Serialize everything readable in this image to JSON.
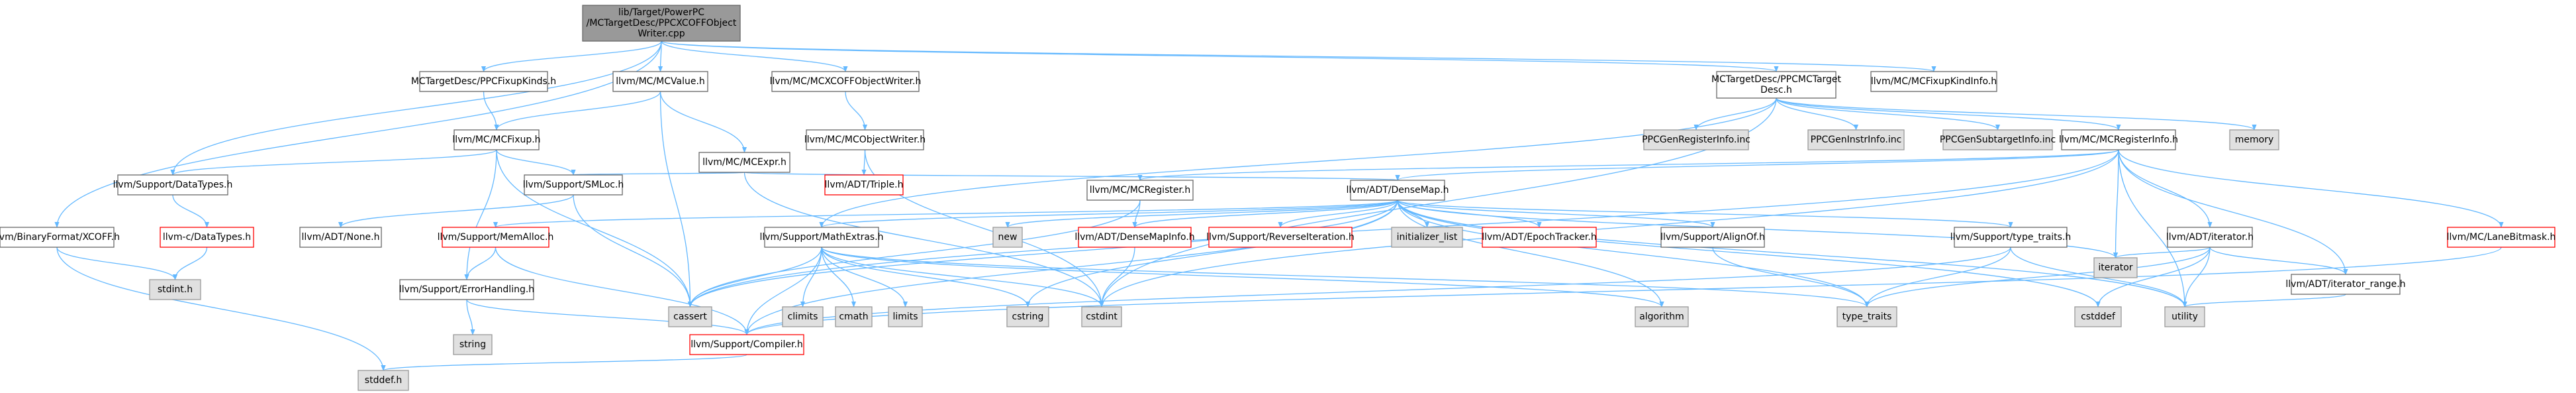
{
  "colors": {
    "edge": "#63b8ff",
    "root_fill": "#999999",
    "root_border": "#666666",
    "normal_fill": "#ffffff",
    "normal_border": "#666666",
    "system_fill": "#e0e0e0",
    "system_border": "#999999",
    "truncated_border": "#ff0000"
  },
  "nodes": [
    {
      "id": "root",
      "kind": "root",
      "lines": [
        "lib/Target/PowerPC",
        "/MCTargetDesc/PPCXCOFFObject",
        "Writer.cpp"
      ]
    },
    {
      "id": "fixupkinds",
      "kind": "normal",
      "lines": [
        "MCTargetDesc/PPCFixupKinds.h"
      ]
    },
    {
      "id": "mcvalue",
      "kind": "normal",
      "lines": [
        "llvm/MC/MCValue.h"
      ]
    },
    {
      "id": "xcoffwriter",
      "kind": "normal",
      "lines": [
        "llvm/MC/MCXCOFFObjectWriter.h"
      ]
    },
    {
      "id": "ppcmctarget",
      "kind": "normal",
      "lines": [
        "MCTargetDesc/PPCMCTarget",
        "Desc.h"
      ]
    },
    {
      "id": "fixupkindinfo",
      "kind": "normal",
      "lines": [
        "llvm/MC/MCFixupKindInfo.h"
      ]
    },
    {
      "id": "mcfixup",
      "kind": "normal",
      "lines": [
        "llvm/MC/MCFixup.h"
      ]
    },
    {
      "id": "mcexpr",
      "kind": "normal",
      "lines": [
        "llvm/MC/MCExpr.h"
      ]
    },
    {
      "id": "objectwriter",
      "kind": "normal",
      "lines": [
        "llvm/MC/MCObjectWriter.h"
      ]
    },
    {
      "id": "ppcgenreg",
      "kind": "system",
      "lines": [
        "PPCGenRegisterInfo.inc"
      ]
    },
    {
      "id": "ppcgeninstr",
      "kind": "system",
      "lines": [
        "PPCGenInstrInfo.inc"
      ]
    },
    {
      "id": "ppcgensubtarget",
      "kind": "system",
      "lines": [
        "PPCGenSubtargetInfo.inc"
      ]
    },
    {
      "id": "mcreginfo",
      "kind": "normal",
      "lines": [
        "llvm/MC/MCRegisterInfo.h"
      ]
    },
    {
      "id": "memory",
      "kind": "system",
      "lines": [
        "memory"
      ]
    },
    {
      "id": "datatypes",
      "kind": "normal",
      "lines": [
        "llvm/Support/DataTypes.h"
      ]
    },
    {
      "id": "smloc",
      "kind": "normal",
      "lines": [
        "llvm/Support/SMLoc.h"
      ]
    },
    {
      "id": "triple",
      "kind": "truncated",
      "lines": [
        "llvm/ADT/Triple.h"
      ]
    },
    {
      "id": "mcregister",
      "kind": "normal",
      "lines": [
        "llvm/MC/MCRegister.h"
      ]
    },
    {
      "id": "densemap",
      "kind": "normal",
      "lines": [
        "llvm/ADT/DenseMap.h"
      ]
    },
    {
      "id": "iteratorh",
      "kind": "normal",
      "lines": [
        "llvm/ADT/iterator.h"
      ]
    },
    {
      "id": "lanebitmask",
      "kind": "truncated",
      "lines": [
        "llvm/MC/LaneBitmask.h"
      ]
    },
    {
      "id": "xcoff",
      "kind": "normal",
      "lines": [
        "llvm/BinaryFormat/XCOFF.h"
      ]
    },
    {
      "id": "cdatatypes",
      "kind": "truncated",
      "lines": [
        "llvm-c/DataTypes.h"
      ]
    },
    {
      "id": "adtnone",
      "kind": "normal",
      "lines": [
        "llvm/ADT/None.h"
      ]
    },
    {
      "id": "memalloc",
      "kind": "truncated",
      "lines": [
        "llvm/Support/MemAlloc.h"
      ]
    },
    {
      "id": "mathextras",
      "kind": "normal",
      "lines": [
        "llvm/Support/MathExtras.h"
      ]
    },
    {
      "id": "new",
      "kind": "system",
      "lines": [
        "new"
      ]
    },
    {
      "id": "densemapinfo",
      "kind": "truncated",
      "lines": [
        "llvm/ADT/DenseMapInfo.h"
      ]
    },
    {
      "id": "reverseiter",
      "kind": "truncated",
      "lines": [
        "llvm/Support/ReverseIteration.h"
      ]
    },
    {
      "id": "initlist",
      "kind": "system",
      "lines": [
        "initializer_list"
      ]
    },
    {
      "id": "epochtracker",
      "kind": "truncated",
      "lines": [
        "llvm/ADT/EpochTracker.h"
      ]
    },
    {
      "id": "alignof",
      "kind": "normal",
      "lines": [
        "llvm/Support/AlignOf.h"
      ]
    },
    {
      "id": "typetraitsh",
      "kind": "normal",
      "lines": [
        "llvm/Support/type_traits.h"
      ]
    },
    {
      "id": "iteratorsys",
      "kind": "system",
      "lines": [
        "iterator"
      ]
    },
    {
      "id": "iterrange",
      "kind": "normal",
      "lines": [
        "llvm/ADT/iterator_range.h"
      ]
    },
    {
      "id": "stdinth",
      "kind": "system",
      "lines": [
        "stdint.h"
      ]
    },
    {
      "id": "errorhandling",
      "kind": "normal",
      "lines": [
        "llvm/Support/ErrorHandling.h"
      ]
    },
    {
      "id": "cassert",
      "kind": "system",
      "lines": [
        "cassert"
      ]
    },
    {
      "id": "climits",
      "kind": "system",
      "lines": [
        "climits"
      ]
    },
    {
      "id": "cmath",
      "kind": "system",
      "lines": [
        "cmath"
      ]
    },
    {
      "id": "limits",
      "kind": "system",
      "lines": [
        "limits"
      ]
    },
    {
      "id": "cstring",
      "kind": "system",
      "lines": [
        "cstring"
      ]
    },
    {
      "id": "cstdint",
      "kind": "system",
      "lines": [
        "cstdint"
      ]
    },
    {
      "id": "algorithm",
      "kind": "system",
      "lines": [
        "algorithm"
      ]
    },
    {
      "id": "typetraits",
      "kind": "system",
      "lines": [
        "type_traits"
      ]
    },
    {
      "id": "cstddef",
      "kind": "system",
      "lines": [
        "cstddef"
      ]
    },
    {
      "id": "utility",
      "kind": "system",
      "lines": [
        "utility"
      ]
    },
    {
      "id": "string",
      "kind": "system",
      "lines": [
        "string"
      ]
    },
    {
      "id": "compiler",
      "kind": "truncated",
      "lines": [
        "llvm/Support/Compiler.h"
      ]
    },
    {
      "id": "stddefh",
      "kind": "system",
      "lines": [
        "stddef.h"
      ]
    }
  ],
  "edges": [
    [
      "root",
      "fixupkinds"
    ],
    [
      "root",
      "mcvalue"
    ],
    [
      "root",
      "xcoffwriter"
    ],
    [
      "root",
      "ppcmctarget"
    ],
    [
      "root",
      "fixupkindinfo"
    ],
    [
      "root",
      "xcoff"
    ],
    [
      "root",
      "datatypes"
    ],
    [
      "fixupkinds",
      "mcfixup"
    ],
    [
      "mcvalue",
      "mcfixup"
    ],
    [
      "mcvalue",
      "mcexpr"
    ],
    [
      "mcvalue",
      "cassert"
    ],
    [
      "xcoffwriter",
      "objectwriter"
    ],
    [
      "ppcmctarget",
      "ppcgenreg"
    ],
    [
      "ppcmctarget",
      "ppcgeninstr"
    ],
    [
      "ppcmctarget",
      "ppcgensubtarget"
    ],
    [
      "ppcmctarget",
      "mcreginfo"
    ],
    [
      "ppcmctarget",
      "memory"
    ],
    [
      "ppcmctarget",
      "mathextras"
    ],
    [
      "ppcmctarget",
      "cstdint"
    ],
    [
      "mcfixup",
      "datatypes"
    ],
    [
      "mcfixup",
      "smloc"
    ],
    [
      "mcfixup",
      "errorhandling"
    ],
    [
      "mcfixup",
      "cassert"
    ],
    [
      "mcexpr",
      "smloc"
    ],
    [
      "mcexpr",
      "densemap"
    ],
    [
      "mcexpr",
      "cstdint"
    ],
    [
      "objectwriter",
      "triple"
    ],
    [
      "objectwriter",
      "cstdint"
    ],
    [
      "mcreginfo",
      "mcregister"
    ],
    [
      "mcreginfo",
      "densemap"
    ],
    [
      "mcreginfo",
      "iteratorh"
    ],
    [
      "mcreginfo",
      "iterrange"
    ],
    [
      "mcreginfo",
      "lanebitmask"
    ],
    [
      "mcreginfo",
      "cassert"
    ],
    [
      "mcreginfo",
      "cstdint"
    ],
    [
      "mcreginfo",
      "iteratorsys"
    ],
    [
      "mcreginfo",
      "utility"
    ],
    [
      "datatypes",
      "cdatatypes"
    ],
    [
      "smloc",
      "adtnone"
    ],
    [
      "smloc",
      "cassert"
    ],
    [
      "mcregister",
      "densemapinfo"
    ],
    [
      "mcregister",
      "cassert"
    ],
    [
      "densemap",
      "memalloc"
    ],
    [
      "densemap",
      "mathextras"
    ],
    [
      "densemap",
      "new"
    ],
    [
      "densemap",
      "densemapinfo"
    ],
    [
      "densemap",
      "reverseiter"
    ],
    [
      "densemap",
      "initlist"
    ],
    [
      "densemap",
      "epochtracker"
    ],
    [
      "densemap",
      "alignof"
    ],
    [
      "densemap",
      "typetraitsh"
    ],
    [
      "densemap",
      "iteratorsys"
    ],
    [
      "densemap",
      "cassert"
    ],
    [
      "densemap",
      "cstring"
    ],
    [
      "densemap",
      "cstddef"
    ],
    [
      "densemap",
      "algorithm"
    ],
    [
      "densemap",
      "typetraits"
    ],
    [
      "densemap",
      "utility"
    ],
    [
      "densemap",
      "compiler"
    ],
    [
      "iteratorh",
      "iterrange"
    ],
    [
      "iteratorh",
      "iteratorsys"
    ],
    [
      "iteratorh",
      "cstddef"
    ],
    [
      "iteratorh",
      "typetraits"
    ],
    [
      "iteratorh",
      "utility"
    ],
    [
      "lanebitmask",
      "compiler"
    ],
    [
      "xcoff",
      "stdinth"
    ],
    [
      "xcoff",
      "stddefh"
    ],
    [
      "cdatatypes",
      "stdinth"
    ],
    [
      "memalloc",
      "compiler"
    ],
    [
      "memalloc",
      "errorhandling"
    ],
    [
      "mathextras",
      "cassert"
    ],
    [
      "mathextras",
      "climits"
    ],
    [
      "mathextras",
      "cmath"
    ],
    [
      "mathextras",
      "limits"
    ],
    [
      "mathextras",
      "cstring"
    ],
    [
      "mathextras",
      "cstdint"
    ],
    [
      "mathextras",
      "algorithm"
    ],
    [
      "mathextras",
      "typetraits"
    ],
    [
      "mathextras",
      "compiler"
    ],
    [
      "densemapinfo",
      "cstdint"
    ],
    [
      "alignof",
      "typetraits"
    ],
    [
      "typetraitsh",
      "typetraits"
    ],
    [
      "typetraitsh",
      "utility"
    ],
    [
      "typetraitsh",
      "compiler"
    ],
    [
      "iterrange",
      "utility"
    ],
    [
      "errorhandling",
      "string"
    ],
    [
      "errorhandling",
      "compiler"
    ],
    [
      "compiler",
      "stddefh"
    ]
  ]
}
